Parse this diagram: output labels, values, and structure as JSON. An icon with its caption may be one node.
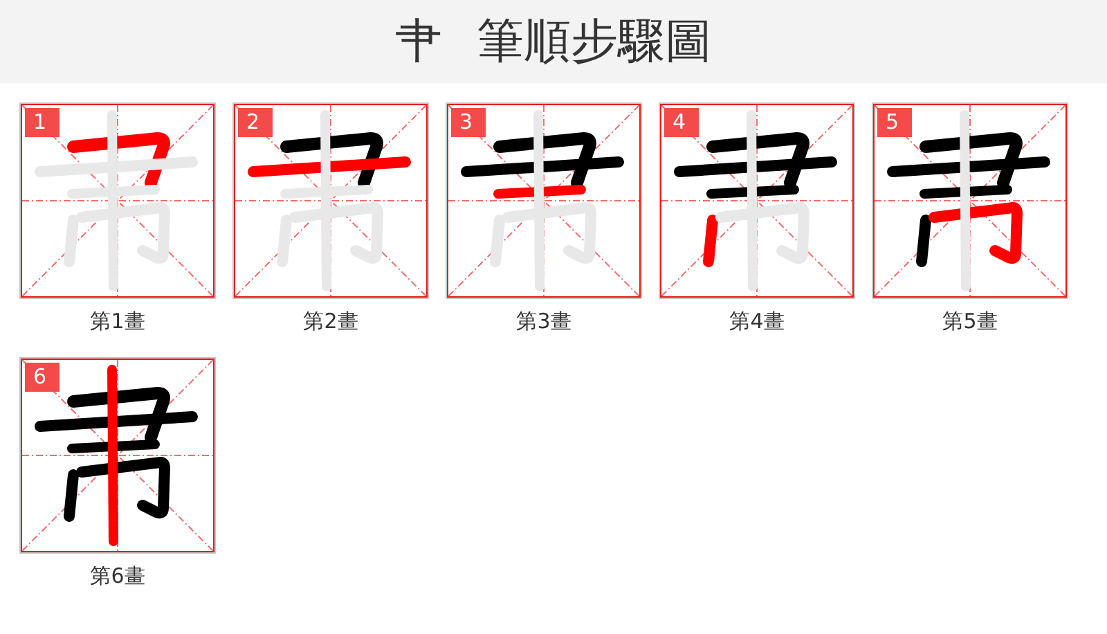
{
  "diagram": {
    "title": "肀 筆順步驟圖",
    "nodes": [
      {
        "text": [
          "1"
        ],
        "beside": [
          "第1畫"
        ]
      },
      {
        "text": [
          "2"
        ],
        "beside": [
          "第2畫"
        ]
      },
      {
        "text": [
          "3"
        ],
        "beside": [
          "第3畫"
        ]
      },
      {
        "text": [
          "4"
        ],
        "beside": [
          "第4畫"
        ]
      },
      {
        "text": [
          "5"
        ],
        "beside": [
          "第5畫"
        ]
      },
      {
        "text": [
          "6"
        ],
        "beside": [
          "第6畫"
        ]
      }
    ]
  }
}
